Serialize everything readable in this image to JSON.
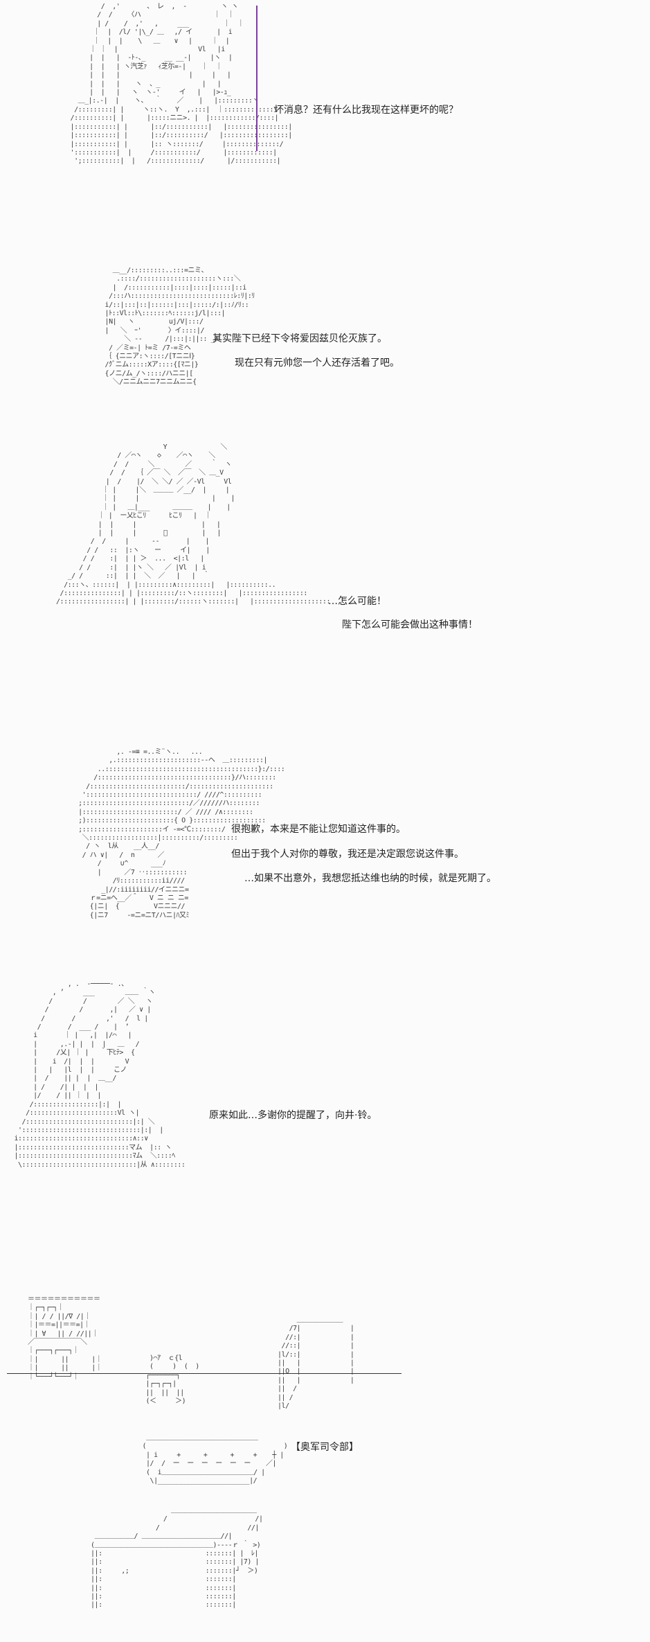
{
  "scenes": [
    {
      "lines": [
        "坏消息？还有什么比我现在这样更坏的呢？"
      ]
    },
    {
      "lines": [
        "其实陛下已经下令将爱因兹贝伦灭族了。",
        "现在只有元帅您一个人还存活着了吧。"
      ]
    },
    {
      "lines": [
        "…怎么可能！",
        "陛下怎么可能会做出这种事情！"
      ]
    },
    {
      "lines": [
        "很抱歉，本来是不能让您知道这件事的。",
        "但出于我个人对你的尊敬，我还是决定跟您说这件事。",
        "…如果不出意外，我想您抵达维也纳的时候，就是死期了。"
      ]
    },
    {
      "lines": [
        "原来如此…多谢你的提醒了，向井·铃。"
      ]
    },
    {
      "lines": [
        "【奥军司令部】"
      ]
    }
  ]
}
